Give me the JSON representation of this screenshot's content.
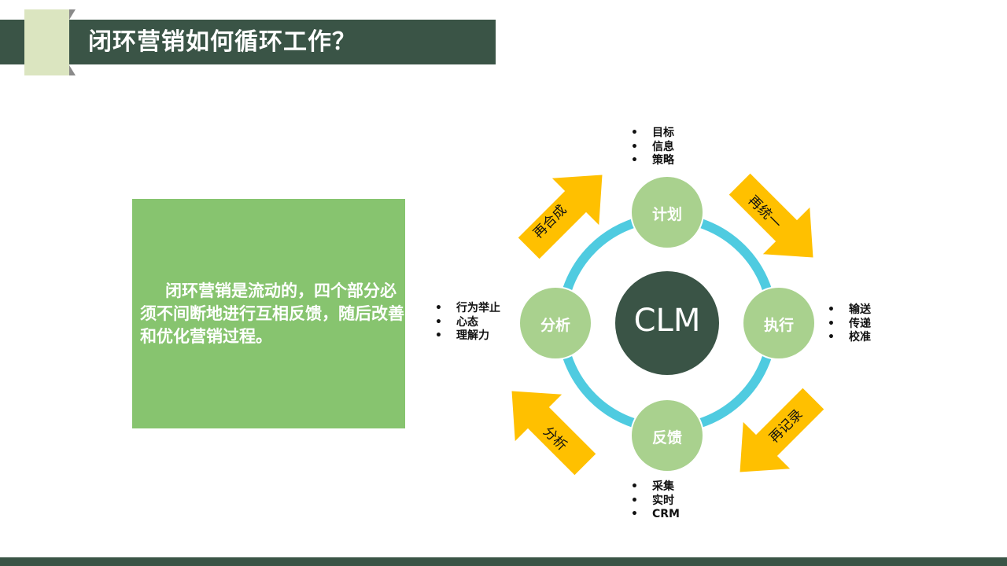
{
  "header": {
    "title": "闭环营销如何循环工作？"
  },
  "description": "闭环营销是流动的，四个部分必须不间断地进行互相反馈，随后改善和优化营销过程。",
  "diagram": {
    "center": "CLM",
    "nodes": {
      "top": {
        "label": "计划",
        "bullets": [
          "目标",
          "信息",
          "策略"
        ]
      },
      "right": {
        "label": "执行",
        "bullets": [
          "输送",
          "传递",
          "校准"
        ]
      },
      "bottom": {
        "label": "反馈",
        "bullets": [
          "采集",
          "实时",
          "CRM"
        ]
      },
      "left": {
        "label": "分析",
        "bullets": [
          "行为举止",
          "心态",
          "理解力"
        ]
      }
    },
    "arrows": {
      "top_left": "再合成",
      "top_right": "再统一",
      "bottom_right": "再记录",
      "bottom_left": "分析"
    },
    "bullet_char": "•"
  },
  "colors": {
    "dark_green": "#3a5446",
    "light_green": "#a9d18e",
    "box_green": "#87c46f",
    "ring_blue": "#4fcbe0",
    "arrow_yellow": "#ffc000",
    "accent": "#dbe5c0"
  }
}
